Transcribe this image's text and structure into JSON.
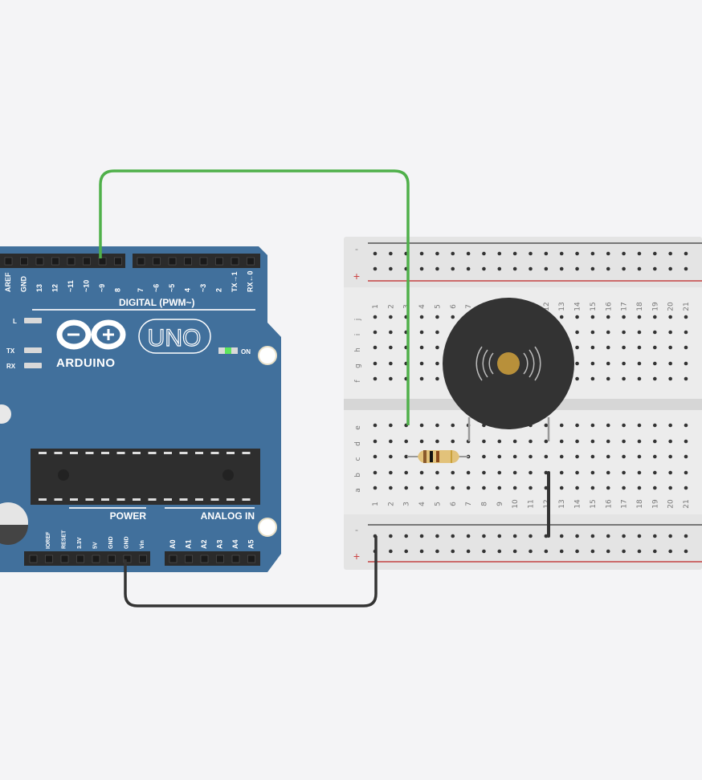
{
  "arduino": {
    "brand": "ARDUINO",
    "model": "UNO",
    "digital_label": "DIGITAL (PWM~)",
    "power_label": "POWER",
    "analog_label": "ANALOG IN",
    "led_labels": {
      "l": "L",
      "tx": "TX",
      "rx": "RX",
      "on": "ON"
    },
    "digital_pins_left": [
      "AREF",
      "GND",
      "13",
      "12",
      "~11",
      "~10",
      "~9",
      "8"
    ],
    "digital_pins_right": [
      "7",
      "~6",
      "~5",
      "4",
      "~3",
      "2",
      "TX→1",
      "RX←0"
    ],
    "power_pins": [
      "IOREF",
      "RESET",
      "3.3V",
      "5V",
      "GND",
      "GND",
      "Vin"
    ],
    "analog_pins": [
      "A0",
      "A1",
      "A2",
      "A3",
      "A4",
      "A5"
    ]
  },
  "breadboard": {
    "rail_minus": "-",
    "rail_plus": "+",
    "top_rows": [
      "j",
      "i",
      "h",
      "g",
      "f"
    ],
    "bottom_rows": [
      "e",
      "d",
      "c",
      "b",
      "a"
    ],
    "columns": [
      "1",
      "2",
      "3",
      "4",
      "5",
      "6",
      "7",
      "8",
      "9",
      "10",
      "11",
      "12",
      "13",
      "14",
      "15",
      "16",
      "17",
      "18",
      "19",
      "20",
      "21"
    ]
  },
  "colors": {
    "board": "#41709c",
    "wire_signal": "#4fb04a",
    "wire_ground": "#333333",
    "buzzer": "#333333",
    "buzzer_center": "#b8903a"
  }
}
